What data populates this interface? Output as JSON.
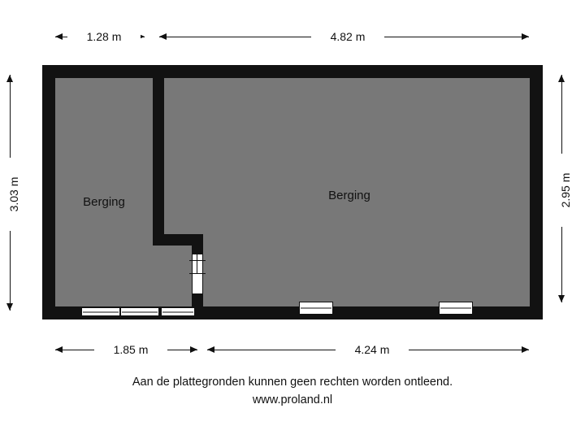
{
  "title": "Plattegrond berging",
  "rooms": [
    {
      "name": "room-left",
      "label": "Berging"
    },
    {
      "name": "room-right",
      "label": "Berging"
    }
  ],
  "dimensions": {
    "top": [
      {
        "id": "top-left",
        "value": "1.28 m"
      },
      {
        "id": "top-right",
        "value": "4.82 m"
      }
    ],
    "bottom": [
      {
        "id": "bottom-left",
        "value": "1.85 m"
      },
      {
        "id": "bottom-right",
        "value": "4.24 m"
      }
    ],
    "left": [
      {
        "id": "left-total",
        "value": "3.03 m"
      }
    ],
    "right": [
      {
        "id": "right-total",
        "value": "2.95 m"
      }
    ]
  },
  "footer": {
    "disclaimer": "Aan de plattegronden kunnen geen rechten worden ontleend.",
    "website": "www.proland.nl"
  },
  "colors": {
    "wall": "#121212",
    "floor": "#787878",
    "background": "#ffffff",
    "text": "#111111"
  }
}
